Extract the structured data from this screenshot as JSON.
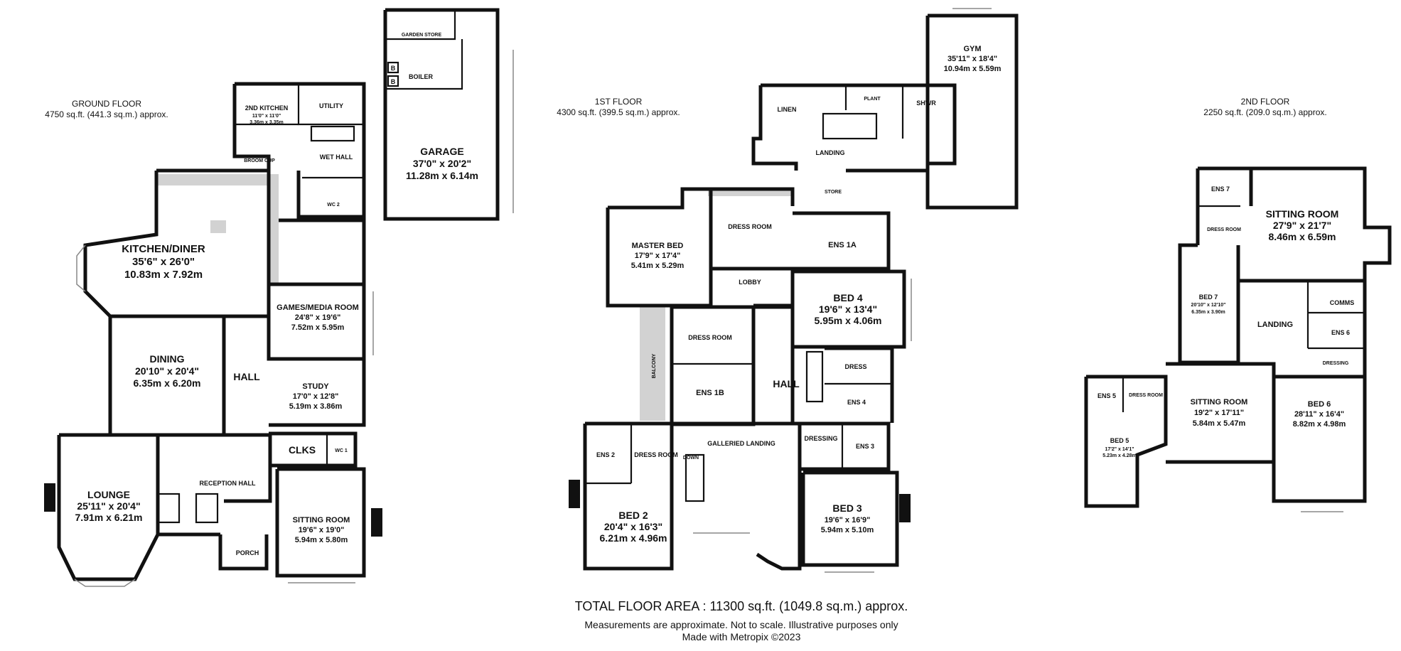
{
  "floors": {
    "ground": {
      "title": "GROUND FLOOR",
      "area": "4750 sq.ft. (441.3 sq.m.) approx.",
      "rooms": {
        "kitchen_diner": {
          "name": "KITCHEN/DINER",
          "imperial": "35'6\"  x 26'0\"",
          "metric": "10.83m  x 7.92m"
        },
        "dining": {
          "name": "DINING",
          "imperial": "20'10\"  x 20'4\"",
          "metric": "6.35m  x 6.20m"
        },
        "lounge": {
          "name": "LOUNGE",
          "imperial": "25'11\"  x 20'4\"",
          "metric": "7.91m  x 6.21m"
        },
        "games_media": {
          "name": "GAMES/MEDIA ROOM",
          "imperial": "24'8\"  x 19'6\"",
          "metric": "7.52m  x 5.95m"
        },
        "study": {
          "name": "STUDY",
          "imperial": "17'0\"  x 12'8\"",
          "metric": "5.19m  x 3.86m"
        },
        "sitting_room": {
          "name": "SITTING ROOM",
          "imperial": "19'6\"  x 19'0\"",
          "metric": "5.94m  x 5.80m"
        },
        "garage": {
          "name": "GARAGE",
          "imperial": "37'0\"  x 20'2\"",
          "metric": "11.28m  x 6.14m"
        },
        "second_kitchen": {
          "name": "2ND KITCHEN",
          "imperial": "11'0\"  x 11'0\"",
          "metric": "3.36m  x 3.35m"
        },
        "utility": {
          "name": "UTILITY"
        },
        "wet_hall": {
          "name": "WET HALL"
        },
        "boiler": {
          "name": "BOILER"
        },
        "garden_store": {
          "name": "GARDEN STORE"
        },
        "hall": {
          "name": "HALL"
        },
        "clks": {
          "name": "CLKS"
        },
        "reception_hall": {
          "name": "RECEPTION HALL"
        },
        "porch": {
          "name": "PORCH"
        },
        "wc2": {
          "name": "WC 2"
        },
        "wc1": {
          "name": "WC 1"
        },
        "broom_cup": {
          "name": "BROOM CUP"
        },
        "boiler_b": "B"
      }
    },
    "first": {
      "title": "1ST FLOOR",
      "area": "4300 sq.ft. (399.5 sq.m.) approx.",
      "rooms": {
        "gym": {
          "name": "GYM",
          "imperial": "35'11\"  x 18'4\"",
          "metric": "10.94m  x 5.59m"
        },
        "master_bed": {
          "name": "MASTER BED",
          "imperial": "17'9\"  x 17'4\"",
          "metric": "5.41m  x 5.29m"
        },
        "bed4": {
          "name": "BED 4",
          "imperial": "19'6\"  x 13'4\"",
          "metric": "5.95m  x 4.06m"
        },
        "bed2": {
          "name": "BED 2",
          "imperial": "20'4\"  x 16'3\"",
          "metric": "6.21m  x 4.96m"
        },
        "bed3": {
          "name": "BED 3",
          "imperial": "19'6\"  x 16'9\"",
          "metric": "5.94m  x 5.10m"
        },
        "linen": {
          "name": "LINEN"
        },
        "plant": {
          "name": "PLANT"
        },
        "shwr": {
          "name": "SHWR"
        },
        "landing": {
          "name": "LANDING"
        },
        "store": {
          "name": "STORE"
        },
        "dress_room_top": {
          "name": "DRESS ROOM"
        },
        "ens1a": {
          "name": "ENS 1A"
        },
        "lobby": {
          "name": "LOBBY"
        },
        "dress_room_mid": {
          "name": "DRESS ROOM"
        },
        "ens1b": {
          "name": "ENS 1B"
        },
        "hall": {
          "name": "HALL"
        },
        "dress": {
          "name": "DRESS"
        },
        "ens4": {
          "name": "ENS 4"
        },
        "galleried_landing": {
          "name": "GALLERIED LANDING"
        },
        "ens2": {
          "name": "ENS 2"
        },
        "dress_room_bed2": {
          "name": "DRESS ROOM"
        },
        "dressing": {
          "name": "DRESSING"
        },
        "ens3": {
          "name": "ENS 3"
        },
        "balcony": {
          "name": "BALCONY"
        },
        "down": "DOWN"
      }
    },
    "second": {
      "title": "2ND FLOOR",
      "area": "2250 sq.ft. (209.0 sq.m.) approx.",
      "rooms": {
        "ens7": {
          "name": "ENS 7"
        },
        "sitting_room_a": {
          "name": "SITTING ROOM",
          "imperial": "27'9\"  x 21'7\"",
          "metric": "8.46m  x 6.59m"
        },
        "dress_room7": {
          "name": "DRESS ROOM"
        },
        "bed7": {
          "name": "BED 7",
          "imperial": "20'10\"  x 12'10\"",
          "metric": "6.35m  x 3.90m"
        },
        "comms": {
          "name": "COMMS"
        },
        "landing": {
          "name": "LANDING"
        },
        "ens6": {
          "name": "ENS 6"
        },
        "dressing": {
          "name": "DRESSING"
        },
        "ens5": {
          "name": "ENS 5"
        },
        "dress_room5": {
          "name": "DRESS ROOM"
        },
        "sitting_room_b": {
          "name": "SITTING ROOM",
          "imperial": "19'2\"  x 17'11\"",
          "metric": "5.84m  x 5.47m"
        },
        "bed6": {
          "name": "BED 6",
          "imperial": "28'11\"  x 16'4\"",
          "metric": "8.82m  x 4.98m"
        },
        "bed5": {
          "name": "BED 5",
          "imperial": "17'2\"  x 14'1\"",
          "metric": "5.23m  x 4.28m"
        }
      }
    }
  },
  "footer": {
    "total": "TOTAL FLOOR AREA : 11300 sq.ft. (1049.8 sq.m.) approx.",
    "disclaimer": "Measurements are approximate.  Not to scale.  Illustrative purposes only",
    "credit": "Made with Metropix ©2023"
  }
}
